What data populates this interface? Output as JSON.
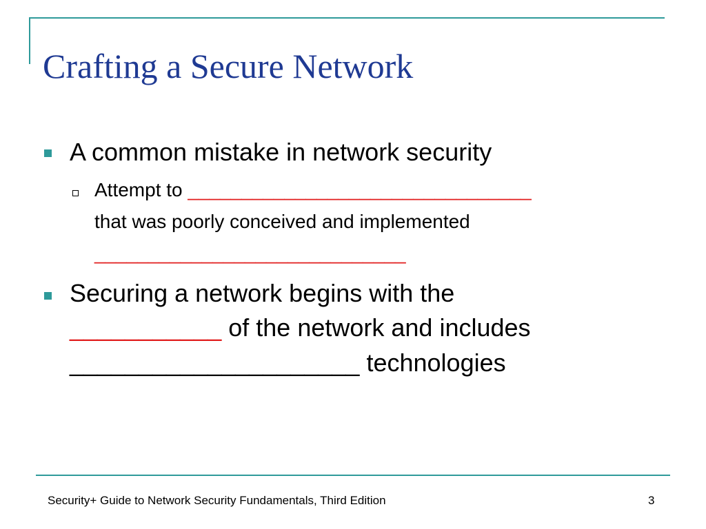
{
  "slide": {
    "title": "Crafting a Secure Network",
    "bullets": [
      {
        "text": "A common mistake in network security",
        "sub": {
          "prefix": "Attempt to ",
          "blank1": "________________________________",
          "line2": "that was poorly conceived and implemented",
          "blank2": "_____________________________"
        }
      },
      {
        "line1": "Securing a network begins with the",
        "blank1": "___________",
        "line2_rest": " of the network and includes",
        "blank2": "_____________________",
        "line3_rest": " technologies"
      }
    ],
    "footer": {
      "text": "Security+ Guide to Network Security Fundamentals, Third Edition",
      "page": "3"
    },
    "colors": {
      "accent": "#2e9a9a",
      "title": "#1f3a93",
      "blank": "#e11d1d"
    }
  }
}
